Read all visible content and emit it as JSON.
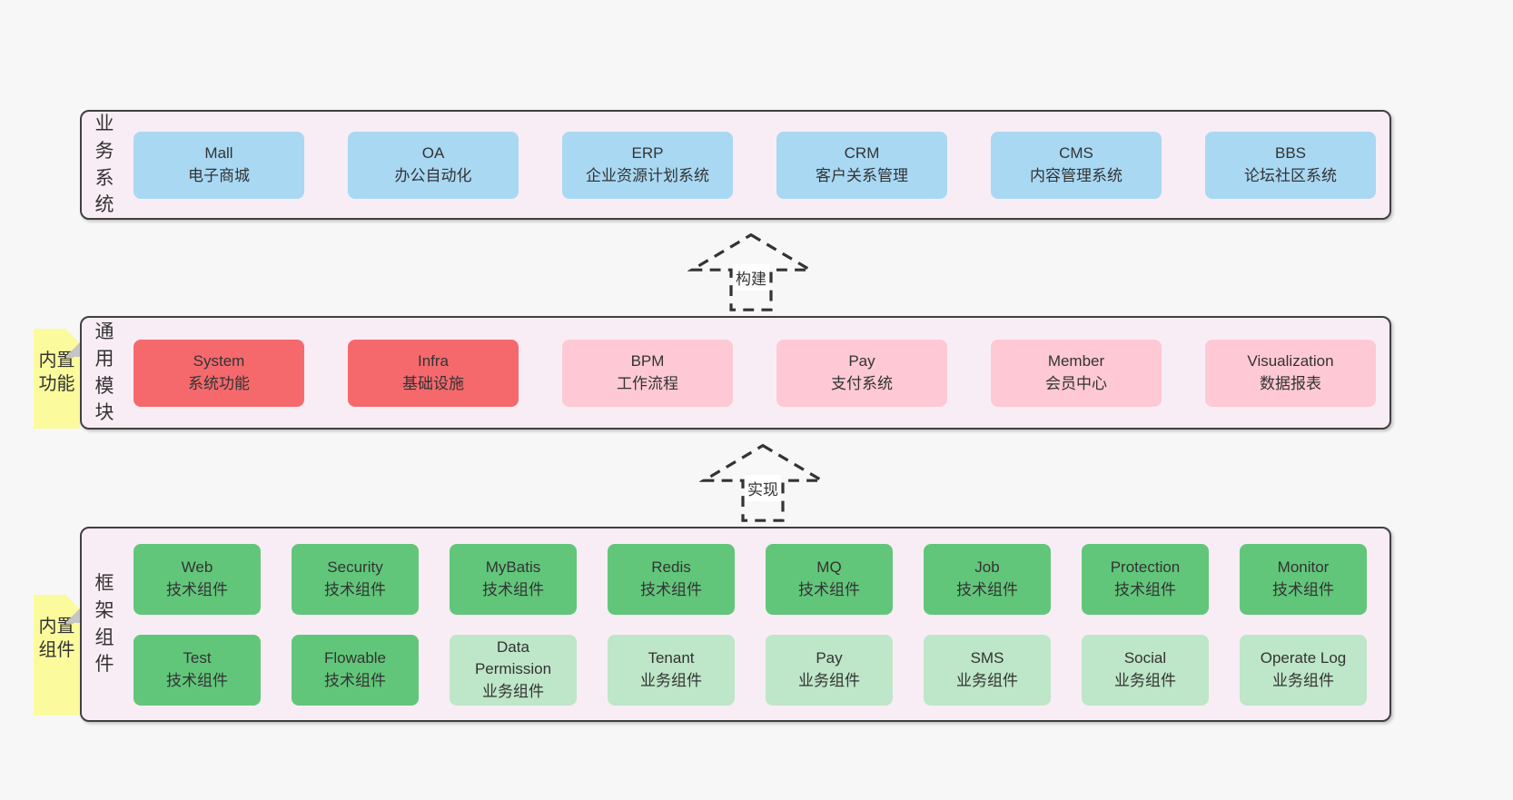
{
  "page": {
    "background": "#f7f7f7",
    "container_fill": "#f8edf5",
    "container_border": "#404040"
  },
  "colors": {
    "blue": "#a9d8f3",
    "red": "#f5696d",
    "pink": "#fec9d4",
    "green": "#62c67a",
    "lightgreen": "#bee6c8",
    "sticky_yellow": "#fbfb9e",
    "text": "#333333"
  },
  "arrows": [
    {
      "label": "构建"
    },
    {
      "label": "实现"
    }
  ],
  "layers": [
    {
      "id": "business",
      "side_label": "业务系统",
      "sticky": null,
      "box_width_class": "w6",
      "row_class": "row-6",
      "rows": [
        [
          {
            "title": "Mall",
            "subtitle": "电子商城",
            "color": "blue"
          },
          {
            "title": "OA",
            "subtitle": "办公自动化",
            "color": "blue"
          },
          {
            "title": "ERP",
            "subtitle": "企业资源计划系统",
            "color": "blue"
          },
          {
            "title": "CRM",
            "subtitle": "客户关系管理",
            "color": "blue"
          },
          {
            "title": "CMS",
            "subtitle": "内容管理系统",
            "color": "blue"
          },
          {
            "title": "BBS",
            "subtitle": "论坛社区系统",
            "color": "blue"
          }
        ]
      ]
    },
    {
      "id": "modules",
      "side_label": "通用模块",
      "sticky": "内置功能",
      "box_width_class": "w6",
      "row_class": "row-6",
      "rows": [
        [
          {
            "title": "System",
            "subtitle": "系统功能",
            "color": "red"
          },
          {
            "title": "Infra",
            "subtitle": "基础设施",
            "color": "red"
          },
          {
            "title": "BPM",
            "subtitle": "工作流程",
            "color": "pink"
          },
          {
            "title": "Pay",
            "subtitle": "支付系统",
            "color": "pink"
          },
          {
            "title": "Member",
            "subtitle": "会员中心",
            "color": "pink"
          },
          {
            "title": "Visualization",
            "subtitle": "数据报表",
            "color": "pink"
          }
        ]
      ]
    },
    {
      "id": "components",
      "side_label": "框架组件",
      "sticky": "内置组件",
      "box_width_class": "w8",
      "row_class": "row-8",
      "rows": [
        [
          {
            "title": "Web",
            "subtitle": "技术组件",
            "color": "green"
          },
          {
            "title": "Security",
            "subtitle": "技术组件",
            "color": "green"
          },
          {
            "title": "MyBatis",
            "subtitle": "技术组件",
            "color": "green"
          },
          {
            "title": "Redis",
            "subtitle": "技术组件",
            "color": "green"
          },
          {
            "title": "MQ",
            "subtitle": "技术组件",
            "color": "green"
          },
          {
            "title": "Job",
            "subtitle": "技术组件",
            "color": "green"
          },
          {
            "title": "Protection",
            "subtitle": "技术组件",
            "color": "green"
          },
          {
            "title": "Monitor",
            "subtitle": "技术组件",
            "color": "green"
          }
        ],
        [
          {
            "title": "Test",
            "subtitle": "技术组件",
            "color": "green"
          },
          {
            "title": "Flowable",
            "subtitle": "技术组件",
            "color": "green"
          },
          {
            "title": "Data Permission",
            "subtitle": "业务组件",
            "color": "lightgreen"
          },
          {
            "title": "Tenant",
            "subtitle": "业务组件",
            "color": "lightgreen"
          },
          {
            "title": "Pay",
            "subtitle": "业务组件",
            "color": "lightgreen"
          },
          {
            "title": "SMS",
            "subtitle": "业务组件",
            "color": "lightgreen"
          },
          {
            "title": "Social",
            "subtitle": "业务组件",
            "color": "lightgreen"
          },
          {
            "title": "Operate Log",
            "subtitle": "业务组件",
            "color": "lightgreen"
          }
        ]
      ]
    }
  ]
}
